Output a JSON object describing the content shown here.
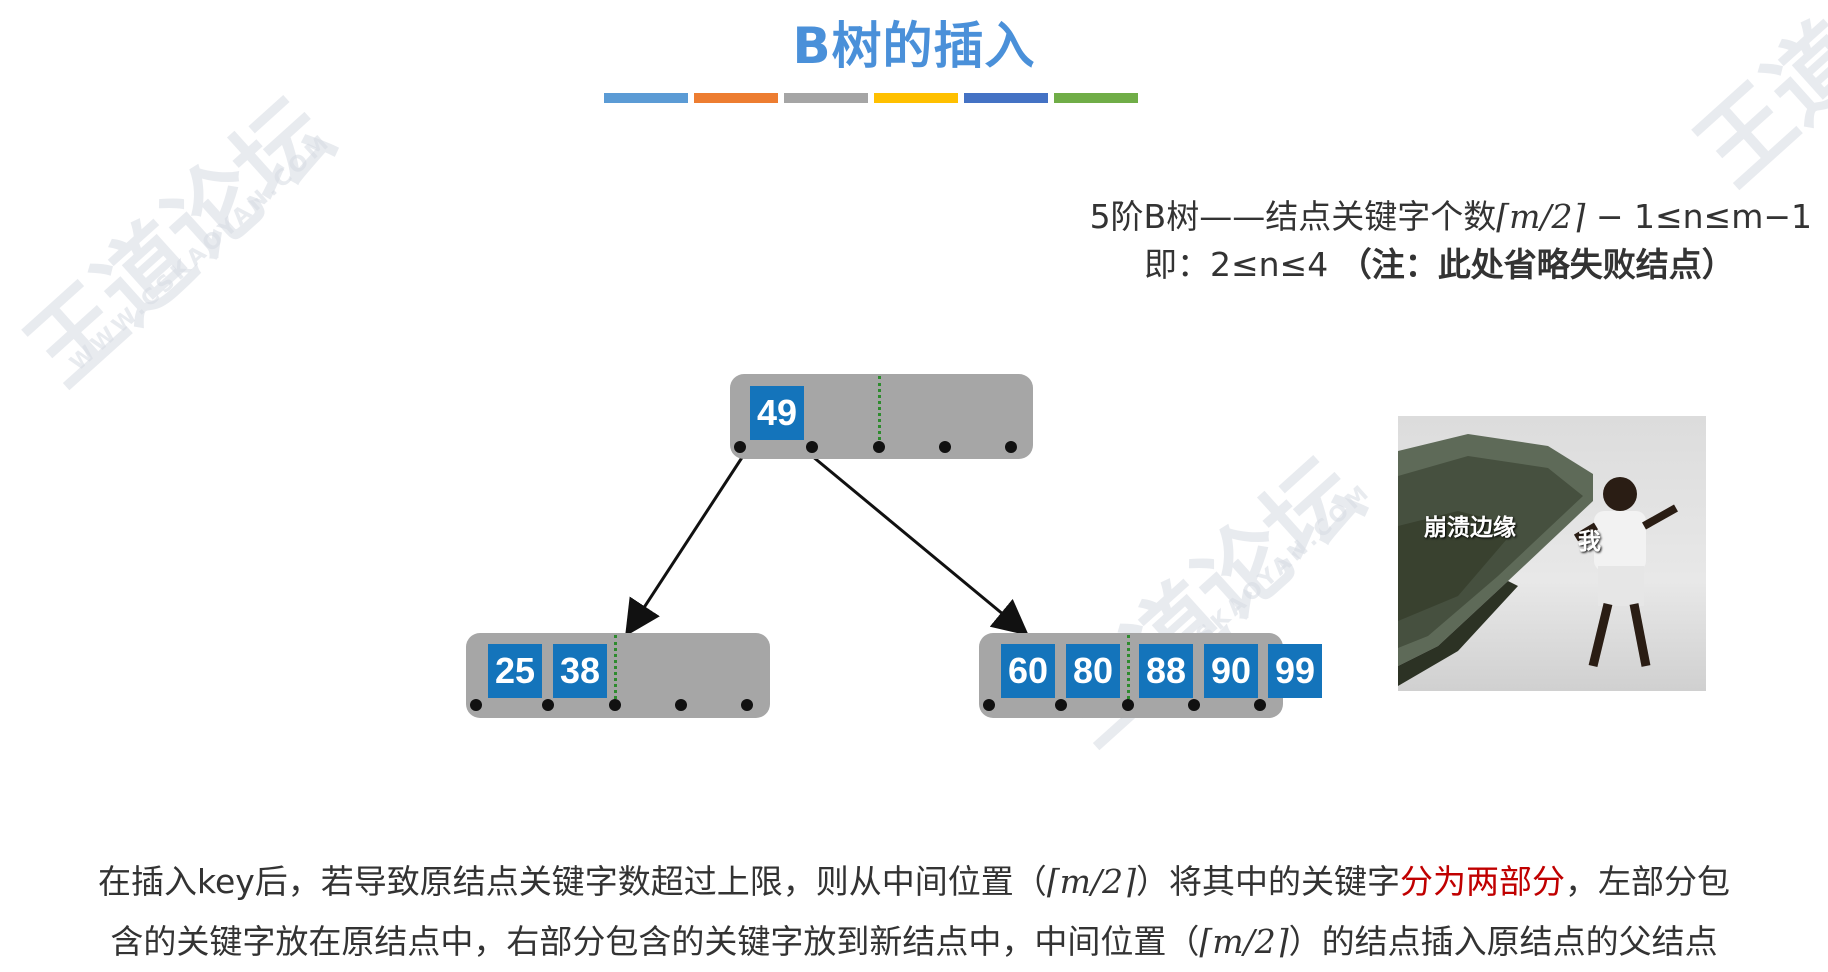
{
  "title": "B树的插入",
  "color_bar": [
    "#5b9bd5",
    "#ed7d31",
    "#a5a5a5",
    "#ffc000",
    "#4472c4",
    "#70ad47"
  ],
  "info": {
    "line1_prefix": "5阶B树——结点关键字个数",
    "ceil_open": "⌈",
    "ceil_expr": "m/2",
    "ceil_close": "⌉",
    "line1_suffix": " − 1≤n≤m−1",
    "line2_prefix": "即：2≤n≤4 ",
    "line2_note": "（注：此处省略失败结点）"
  },
  "tree": {
    "root": {
      "keys": [
        "49"
      ]
    },
    "left": {
      "keys": [
        "25",
        "38"
      ]
    },
    "right": {
      "keys": [
        "60",
        "80",
        "88",
        "90",
        "99"
      ]
    }
  },
  "meme": {
    "label_edge": "崩溃边缘",
    "label_me": "我"
  },
  "description": {
    "part1": "在插入key后，若导致原结点关键字数超过上限，则从中间位置（",
    "ceil1": "⌈m/2⌉",
    "part2": "）将其中的关键字",
    "highlight": "分为两部分",
    "part3": "，左部分包",
    "part4": "含的关键字放在原结点中，右部分包含的关键字放到新结点中，中间位置（",
    "ceil2": "⌈m/2⌉",
    "part5": "）的结点插入原结点的父结点"
  },
  "watermark": {
    "brand": "王道论坛",
    "url": "WWW.CSKAOYAN.COM"
  }
}
